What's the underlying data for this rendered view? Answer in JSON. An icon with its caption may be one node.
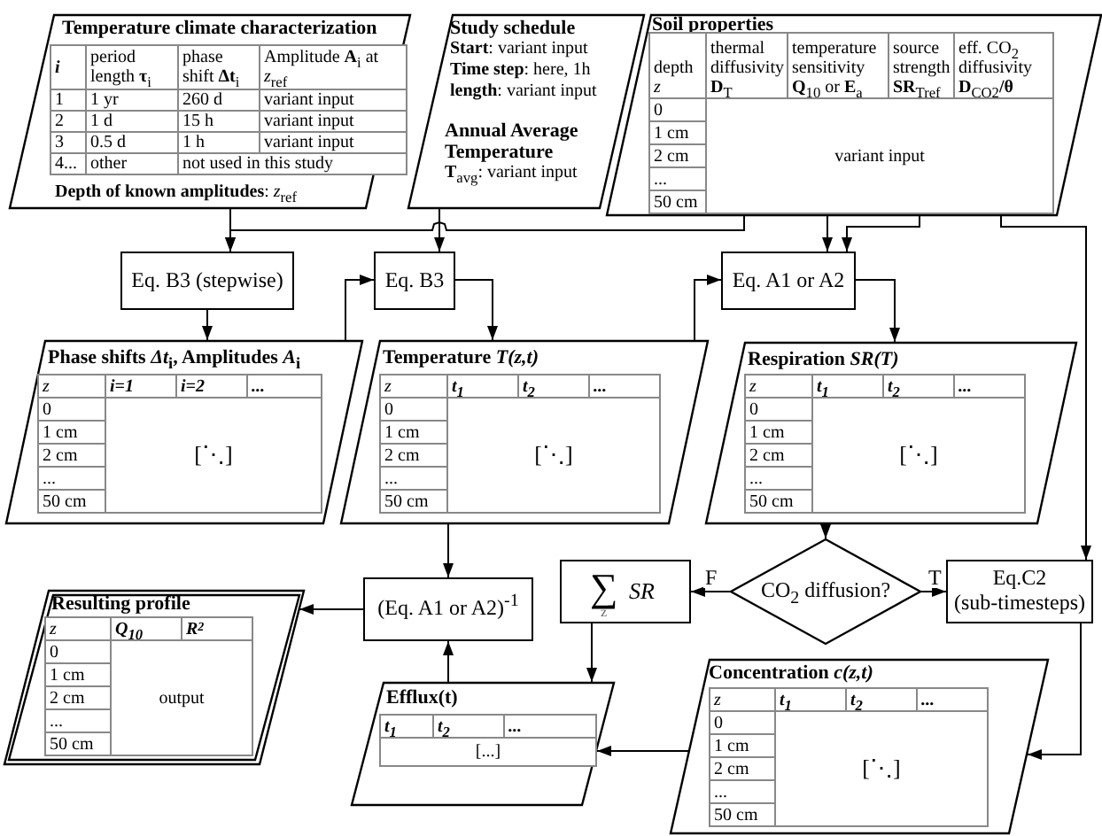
{
  "diagram": {
    "nodes": [
      {
        "text": [
          "Temperature climate characterization",
          "i",
          "period length **τ**$_{i}$",
          "phase shift **Δt**$_{i}$",
          "Amplitude **A**$_{i}$ at *z*$_{ref}$",
          "1",
          "1 yr",
          "260 d",
          "variant input",
          "2",
          "1 d",
          "15 h",
          "variant input",
          "3",
          "0.5 d",
          "1 h",
          "variant input",
          "4...",
          "other",
          "not used in this study",
          "**Depth of known amplitudes**: *z*$_{ref}$"
        ]
      },
      {
        "text": [
          "Study schedule",
          "**Start**: variant input",
          "**Time step**: here, 1h",
          "**length**: variant input",
          "Annual Average Temperature",
          "**T**$_{avg}$: variant input"
        ]
      },
      {
        "text": [
          "Soil properties",
          "depth *z*",
          "thermal diffusivity **D**$_{T}$",
          "temperature sensitivity **Q**$_{10}$ or **E**$_{a}$",
          "source strength **SR**$_{Tref}$",
          "eff. CO$_{2}$ diffusivity **D**$_{CO2}$**/θ**",
          "0",
          "1 cm",
          "2 cm",
          "...",
          "50 cm",
          "variant input"
        ]
      },
      {
        "text": [
          "Eq. B3 (stepwise)"
        ]
      },
      {
        "text": [
          "Eq. B3"
        ]
      },
      {
        "text": [
          "Eq. A1 or A2"
        ]
      },
      {
        "text": [
          "Phase shifts *Δt*$_{i}$, Amplitudes *A*$_{i}$",
          "z",
          "i=1",
          "i=2",
          "...",
          "0",
          "1 cm",
          "2 cm",
          "...",
          "50 cm",
          "[⋱]"
        ]
      },
      {
        "text": [
          "Temperature *T(z,t)*",
          "z",
          "t$_{1}$",
          "t$_{2}$",
          "...",
          "0",
          "1 cm",
          "2 cm",
          "...",
          "50 cm",
          "[⋱]"
        ]
      },
      {
        "text": [
          "Respiration *SR(T)*",
          "z",
          "t$_{1}$",
          "t$_{2}$",
          "...",
          "0",
          "1 cm",
          "2 cm",
          "...",
          "50 cm",
          "[⋱]"
        ]
      },
      {
        "text": [
          "Resulting profile",
          "z",
          "Q$_{10}$",
          "R$^{2}$",
          "0",
          "1 cm",
          "2 cm",
          "...",
          "50 cm",
          "output"
        ]
      },
      {
        "text": [
          "(Eq. A1 or A2)$^{-1}$"
        ]
      },
      {
        "text": [
          "∑",
          "z",
          "SR"
        ]
      },
      {
        "text": [
          "CO$_{2}$ diffusion?"
        ]
      },
      {
        "text": [
          "Eq.C2 (sub-timesteps)"
        ]
      },
      {
        "text": [
          "Efflux(t)",
          "t$_{1}$",
          "t$_{2}$",
          "...",
          "[...]"
        ]
      },
      {
        "text": [
          "Concentration *c(z,t)*",
          "z",
          "t$_{1}$",
          "t$_{2}$",
          "...",
          "0",
          "1 cm",
          "2 cm",
          "...",
          "50 cm",
          "[⋱]"
        ]
      }
    ],
    "edges": [
      {
        "from": 0,
        "to": 3,
        "arrow": "to"
      },
      {
        "from": 2,
        "to": 3,
        "arrow": "to"
      },
      {
        "from": 1,
        "to": 4,
        "arrow": "to"
      },
      {
        "from": 6,
        "to": 4,
        "arrow": "to"
      },
      {
        "from": 3,
        "to": 6,
        "arrow": "to"
      },
      {
        "from": 4,
        "to": 7,
        "arrow": "to"
      },
      {
        "from": 7,
        "to": 5,
        "arrow": "to"
      },
      {
        "from": 2,
        "to": 5,
        "arrow": "to"
      },
      {
        "from": 2,
        "to": 5,
        "arrow": "to"
      },
      {
        "from": 2,
        "to": 13,
        "arrow": "to"
      },
      {
        "from": 5,
        "to": 8,
        "arrow": "to"
      },
      {
        "from": 8,
        "to": 12,
        "arrow": "to"
      },
      {
        "from": 12,
        "to": 11,
        "arrow": "to",
        "label": "F"
      },
      {
        "from": 12,
        "to": 13,
        "arrow": "to",
        "label": "T"
      },
      {
        "from": 11,
        "to": 14,
        "arrow": "to"
      },
      {
        "from": 13,
        "to": 15,
        "arrow": "to"
      },
      {
        "from": 15,
        "to": 14,
        "arrow": "to"
      },
      {
        "from": 7,
        "to": 10,
        "arrow": "to"
      },
      {
        "from": 14,
        "to": 10,
        "arrow": "to"
      },
      {
        "from": 10,
        "to": 9,
        "arrow": "to"
      }
    ]
  }
}
